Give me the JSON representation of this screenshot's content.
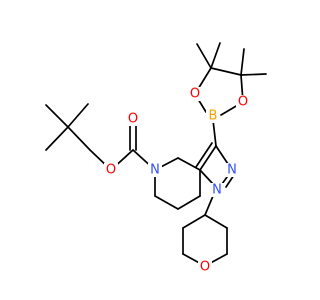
{
  "colors": {
    "bond": "#000000",
    "carbon": "#000000",
    "oxygen": "#ff0000",
    "nitrogen": "#3050f8",
    "boron": "#ffa000"
  },
  "atoms": [
    {
      "id": "n5",
      "label": "N",
      "element": "nitrogen"
    },
    {
      "id": "n1",
      "label": "N",
      "element": "nitrogen"
    },
    {
      "id": "n2",
      "label": "N",
      "element": "nitrogen"
    },
    {
      "id": "o-carbonyl",
      "label": "O",
      "element": "oxygen"
    },
    {
      "id": "o-ester",
      "label": "O",
      "element": "oxygen"
    },
    {
      "id": "o-pyran",
      "label": "O",
      "element": "oxygen"
    },
    {
      "id": "b",
      "label": "B",
      "element": "boron"
    },
    {
      "id": "o-bor1",
      "label": "O",
      "element": "oxygen"
    },
    {
      "id": "o-bor2",
      "label": "O",
      "element": "oxygen"
    }
  ]
}
